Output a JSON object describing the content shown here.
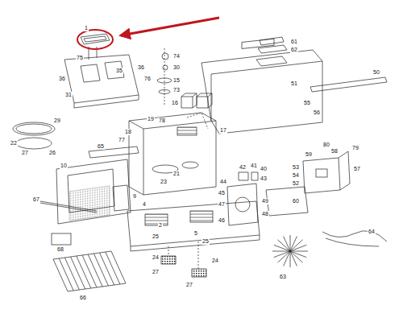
{
  "diagram": {
    "labels": [
      "1",
      "75",
      "36",
      "31",
      "35",
      "36",
      "76",
      "74",
      "73",
      "15",
      "30",
      "16",
      "29",
      "26",
      "27",
      "22",
      "78",
      "77",
      "18",
      "19",
      "17",
      "10",
      "65",
      "9",
      "67",
      "68",
      "66",
      "23",
      "21",
      "42",
      "41",
      "40",
      "43",
      "44",
      "45",
      "46",
      "47",
      "49",
      "48",
      "61",
      "62",
      "51",
      "50",
      "55",
      "56",
      "57",
      "58",
      "59",
      "79",
      "80",
      "53",
      "54",
      "52",
      "60",
      "63",
      "64",
      "4",
      "25",
      "24",
      "27",
      "25",
      "24",
      "27",
      "5",
      "2"
    ]
  }
}
